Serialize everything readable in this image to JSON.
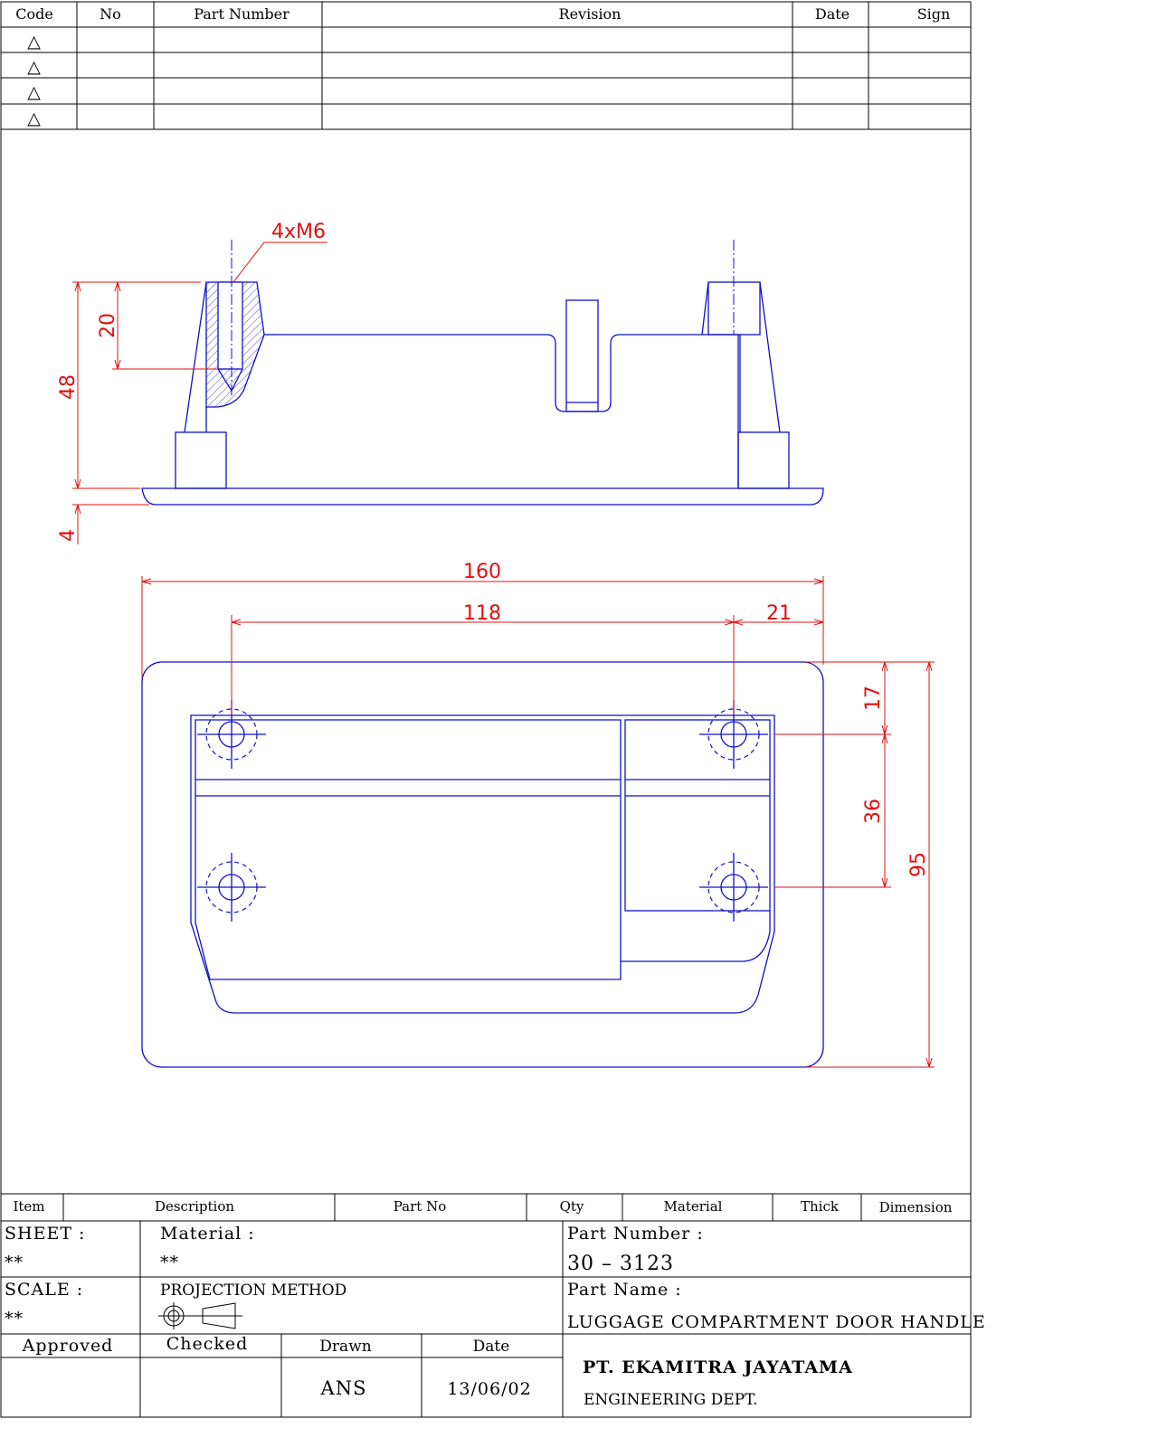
{
  "revision_table": {
    "headers": [
      "Code",
      "No",
      "Part Number",
      "Revision",
      "Date",
      "Sign"
    ],
    "rows": [
      {
        "code": "△"
      },
      {
        "code": "△"
      },
      {
        "code": "△"
      },
      {
        "code": "△"
      }
    ]
  },
  "drawing": {
    "thread_callout": "4xM6",
    "dimensions": {
      "overall_height": "48",
      "thread_depth": "20",
      "plate_thickness": "4",
      "overall_width": "160",
      "hole_spacing_x": "118",
      "edge_offset_x": "21",
      "edge_offset_y": "17",
      "hole_spacing_y": "36",
      "overall_depth": "95"
    }
  },
  "parts_list": {
    "headers": [
      "Item",
      "Description",
      "Part No",
      "Qty",
      "Material",
      "Thick",
      "Dimension"
    ]
  },
  "title_block": {
    "sheet_label": "SHEET :",
    "sheet_value": "**",
    "material_label": "Material :",
    "material_value": "**",
    "part_number_label": "Part Number :",
    "part_number_value": "30 – 3123",
    "scale_label": "SCALE :",
    "scale_value": "**",
    "projection_label": "PROJECTION METHOD",
    "part_name_label": "Part Name :",
    "part_name_value": "LUGGAGE COMPARTMENT DOOR HANDLE",
    "approved_label": "Approved",
    "checked_label": "Checked",
    "drawn_label": "Drawn",
    "date_label": "Date",
    "drawn_value": "ANS",
    "date_value": "13/06/02",
    "company": "PT. EKAMITRA JAYATAMA",
    "department": "ENGINEERING DEPT."
  }
}
